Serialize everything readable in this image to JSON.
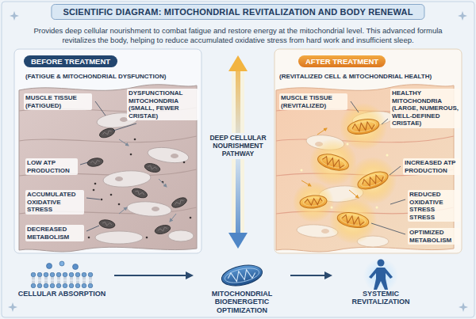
{
  "diagram": {
    "title": "SCIENTIFIC DIAGRAM: MITOCHONDRIAL REVITALIZATION AND BODY RENEWAL",
    "nodes": [
      {
        "text": [
          "BEFORE TREATMENT"
        ]
      },
      {
        "text": [
          "AFTER TREATMENT"
        ]
      },
      {
        "text": [
          "CELLULAR ABSORPTION"
        ]
      },
      {
        "text": [
          "MITOCHONDRIAL BIOENERGETIC OPTIMIZATION"
        ]
      },
      {
        "text": [
          "SYSTEMIC REVITALIZATION"
        ]
      }
    ],
    "edges": [
      {
        "from": 2,
        "to": 3,
        "arrow": "to"
      },
      {
        "from": 3,
        "to": 4,
        "arrow": "to"
      }
    ],
    "labels": [
      "Provides deep cellular nourishment to combat fatigue and restore energy at the mitochondrial level. This advanced formula revitalizes the body, helping to reduce accumulated oxidative stress from hard work and insufficient sleep.",
      "(FATIGUE & MITOCHONDRIAL DYSFUNCTION)",
      "MUSCLE TISSUE (FATIGUED)",
      "DYSFUNCTIONAL MITOCHONDRIA (SMALL, FEWER CRISTAE)",
      "LOW ATP PRODUCTION",
      "ACCUMULATED OXIDATIVE STRESS",
      "DECREASED METABOLISM",
      "DEEP CELLULAR NOURISHMENT PATHWAY",
      "(REVITALIZED CELL & MITOCHONDRIAL HEALTH)",
      "MUSCLE TISSUE (REVITALIZED)",
      "HEALTHY MITOCHONDRIA (LARGE, NUMEROUS, WELL-DEFINED CRISTAE)",
      "INCREASED ATP PRODUCTION",
      "REDUCED OXIDATIVE STRESS STRESS",
      "OPTIMIZED METABOLISM"
    ]
  }
}
